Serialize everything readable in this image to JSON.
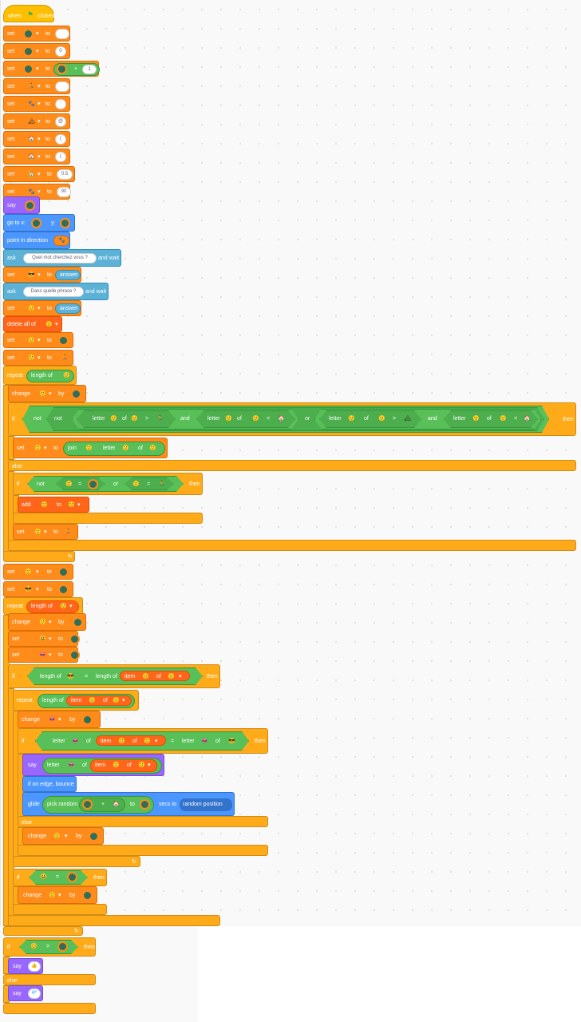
{
  "labels": {
    "when_flag": "when",
    "clicked": "clicked",
    "set": "set",
    "to": "to",
    "say": "say",
    "go_to": "go to x:",
    "y": "y:",
    "point": "point in direction",
    "ask": "ask",
    "and_wait": "and wait",
    "answer": "answer",
    "delete_all": "delete all of",
    "repeat": "repeat",
    "length_of": "length of",
    "change": "change",
    "by": "by",
    "if": "if",
    "then": "then",
    "not": "not",
    "letter": "letter",
    "of": "of",
    "and": "and",
    "or": "or",
    "join": "join",
    "else": "else",
    "add": "add",
    "item": "item",
    "bounce": "if on edge, bounce",
    "glide": "glide",
    "pick_random": "pick random",
    "secs_to": "secs to",
    "random_position": "random position",
    "plus": "+",
    "eq": "=",
    "gt": ">",
    "lt": "<"
  },
  "values": {
    "zero": "0",
    "one": "1",
    "quote": "'",
    "at": "@",
    "paren_open": "(",
    "paren_open2": "(",
    "half": "0.5",
    "ninety": "90"
  },
  "questions": {
    "q1": "Quel mot cherchez vous ?",
    "q2": "Dans quelle phrase ?"
  },
  "colors": {
    "control": "#ffab19",
    "variables": "#ff8c1a",
    "lists": "#ff661a",
    "motion": "#4c97ff",
    "sensing": "#5cb1d6",
    "looks": "#9966ff",
    "operators": "#59c059",
    "events": "#ffbf00"
  }
}
